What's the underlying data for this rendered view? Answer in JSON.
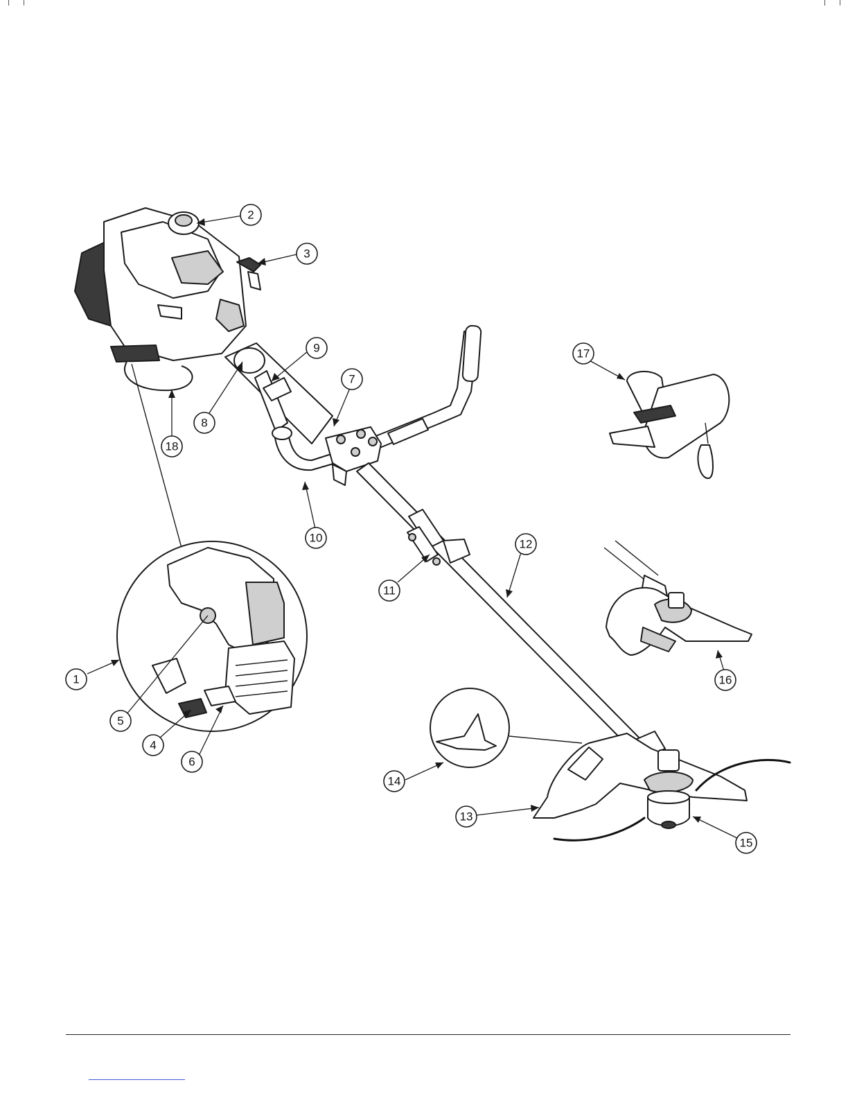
{
  "figure": {
    "colors": {
      "ink": "#1a1a1a",
      "paper": "#ffffff",
      "shade": "#cfcfcf",
      "link": "#3c5bd6"
    },
    "callouts": [
      {
        "id": "c1",
        "label": "1"
      },
      {
        "id": "c2",
        "label": "2"
      },
      {
        "id": "c3",
        "label": "3"
      },
      {
        "id": "c4",
        "label": "4"
      },
      {
        "id": "c5",
        "label": "5"
      },
      {
        "id": "c6",
        "label": "6"
      },
      {
        "id": "c7",
        "label": "7"
      },
      {
        "id": "c8",
        "label": "8"
      },
      {
        "id": "c9",
        "label": "9"
      },
      {
        "id": "c10",
        "label": "10"
      },
      {
        "id": "c11",
        "label": "11"
      },
      {
        "id": "c12",
        "label": "12"
      },
      {
        "id": "c13",
        "label": "13"
      },
      {
        "id": "c14",
        "label": "14"
      },
      {
        "id": "c15",
        "label": "15"
      },
      {
        "id": "c16",
        "label": "16"
      },
      {
        "id": "c17",
        "label": "17"
      },
      {
        "id": "c18",
        "label": "18"
      }
    ]
  }
}
